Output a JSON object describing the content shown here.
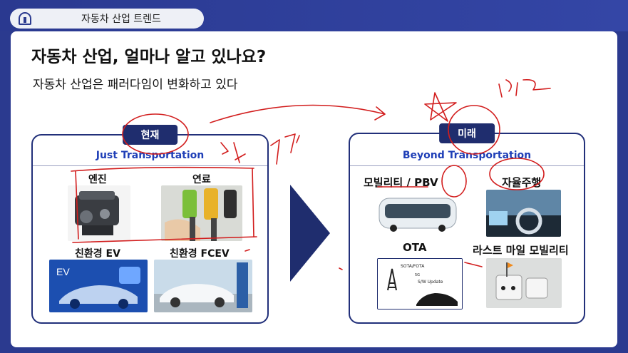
{
  "header": {
    "title": "자동차 산업 트렌드"
  },
  "slide": {
    "title": "자동차 산업, 얼마나 알고 있나요?",
    "subtitle": "자동차 산업은 패러다임이 변화하고 있다"
  },
  "left_panel": {
    "tag": "현재",
    "subtitle": "Just Transportation",
    "items": [
      "엔진",
      "연료",
      "친환경 EV",
      "친환경 FCEV"
    ]
  },
  "right_panel": {
    "tag": "미래",
    "subtitle": "Beyond Transportation",
    "items": [
      "모빌리티 / PBV",
      "자율주행",
      "OTA",
      "라스트 마일 모빌리티"
    ]
  },
  "thumb_text": {
    "ev_badge": "EV",
    "ota_title": "SOTA/FOTA",
    "ota_5g": "5G",
    "ota_update": "S/W Update"
  },
  "annotations": {
    "ink_color": "#d21d1d"
  }
}
